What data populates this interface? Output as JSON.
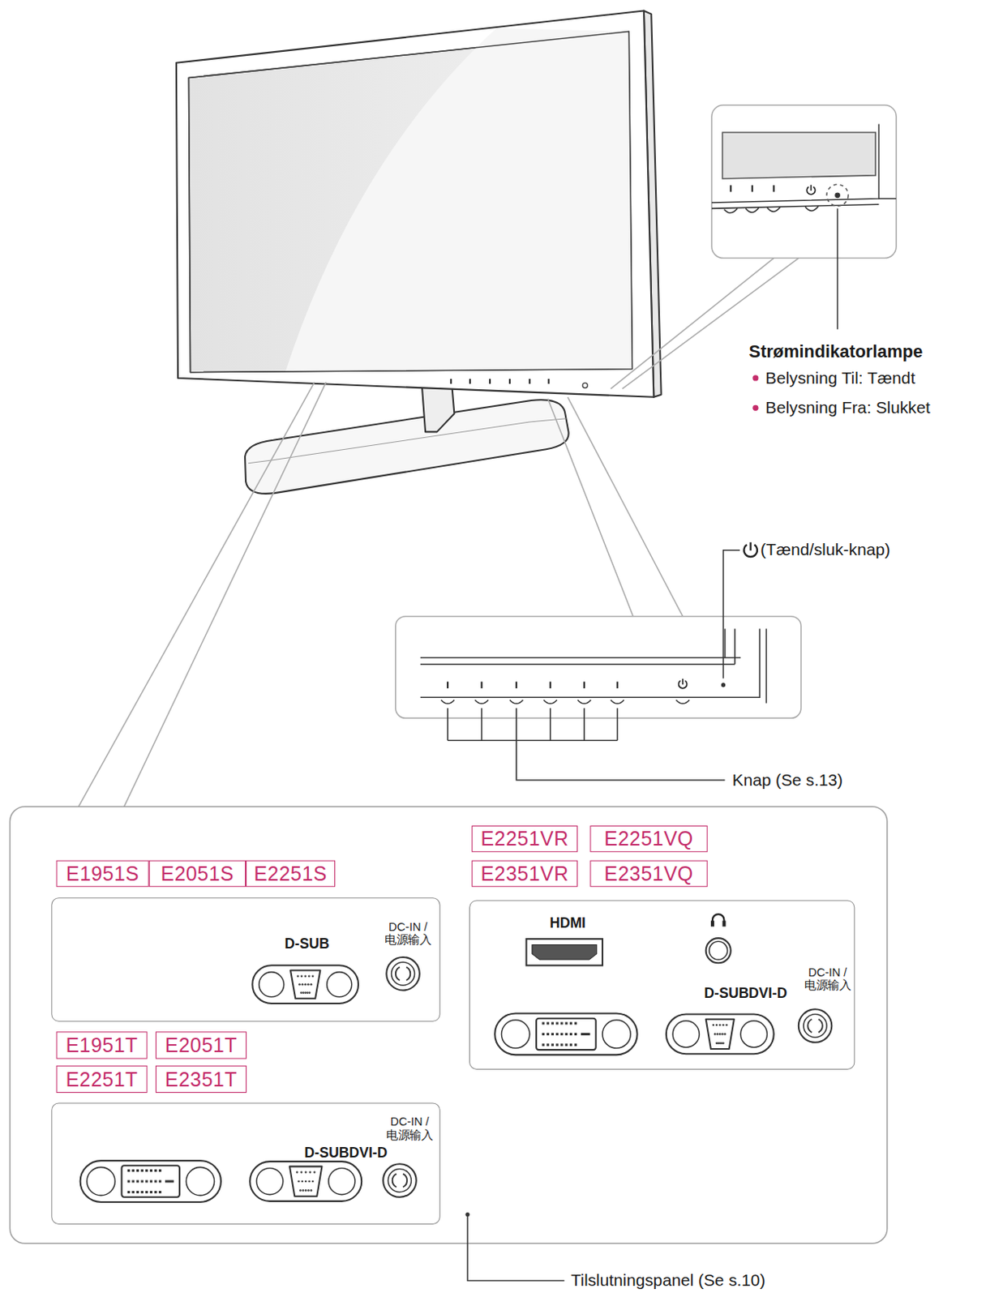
{
  "diagram": {
    "nodes": [
      {
        "text": [
          "E1951S"
        ]
      },
      {
        "text": [
          "E2051S"
        ]
      },
      {
        "text": [
          "E2251S"
        ]
      },
      {
        "text": [
          "E2251VR"
        ]
      },
      {
        "text": [
          "E2251VQ"
        ]
      },
      {
        "text": [
          "E2351VR"
        ]
      },
      {
        "text": [
          "E2351VQ"
        ]
      },
      {
        "text": [
          "D-SUB",
          "DC-IN / 电源输入"
        ]
      },
      {
        "text": [
          "HDMI",
          "D-SUBDVI-D",
          "DC-IN / 电源输入"
        ]
      },
      {
        "text": [
          "E1951T"
        ]
      },
      {
        "text": [
          "E2051T"
        ]
      },
      {
        "text": [
          "E2251T"
        ]
      },
      {
        "text": [
          "E2351T"
        ]
      },
      {
        "text": [
          "D-SUBDVI-D",
          "DC-IN / 电源输入"
        ]
      }
    ],
    "labels": [
      "Strømindikatorlampe",
      "Belysning Til: Tændt",
      "Belysning Fra: Slukket",
      "(Tænd/sluk-knap)",
      "Knap (Se s.13)",
      "Tilslutningspanel (Se s.10)"
    ]
  }
}
